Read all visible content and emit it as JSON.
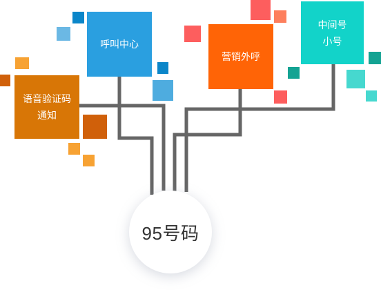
{
  "hub": {
    "label": "95号码"
  },
  "nodes": [
    {
      "id": "voice-code",
      "lines": [
        "语音验证码",
        "通知"
      ],
      "color": "#d87606"
    },
    {
      "id": "call-center",
      "lines": [
        "呼叫中心"
      ],
      "color": "#2a9fe0"
    },
    {
      "id": "marketing-call",
      "lines": [
        "营销外呼"
      ],
      "color": "#ff6406"
    },
    {
      "id": "middle-number",
      "lines": [
        "中间号",
        "小号"
      ],
      "color": "#12d3c9"
    }
  ],
  "colors": {
    "connector": "#666666",
    "orange_light": "#f7a233",
    "orange_dark": "#d0600a",
    "blue_dark": "#0b86c9",
    "blue_light": "#6bb8e4",
    "blue_mid": "#4eacdf",
    "red": "#fd5e5e",
    "salmon": "#fd7f5d",
    "teal_dark": "#14a393",
    "teal_light": "#46d8cf"
  }
}
